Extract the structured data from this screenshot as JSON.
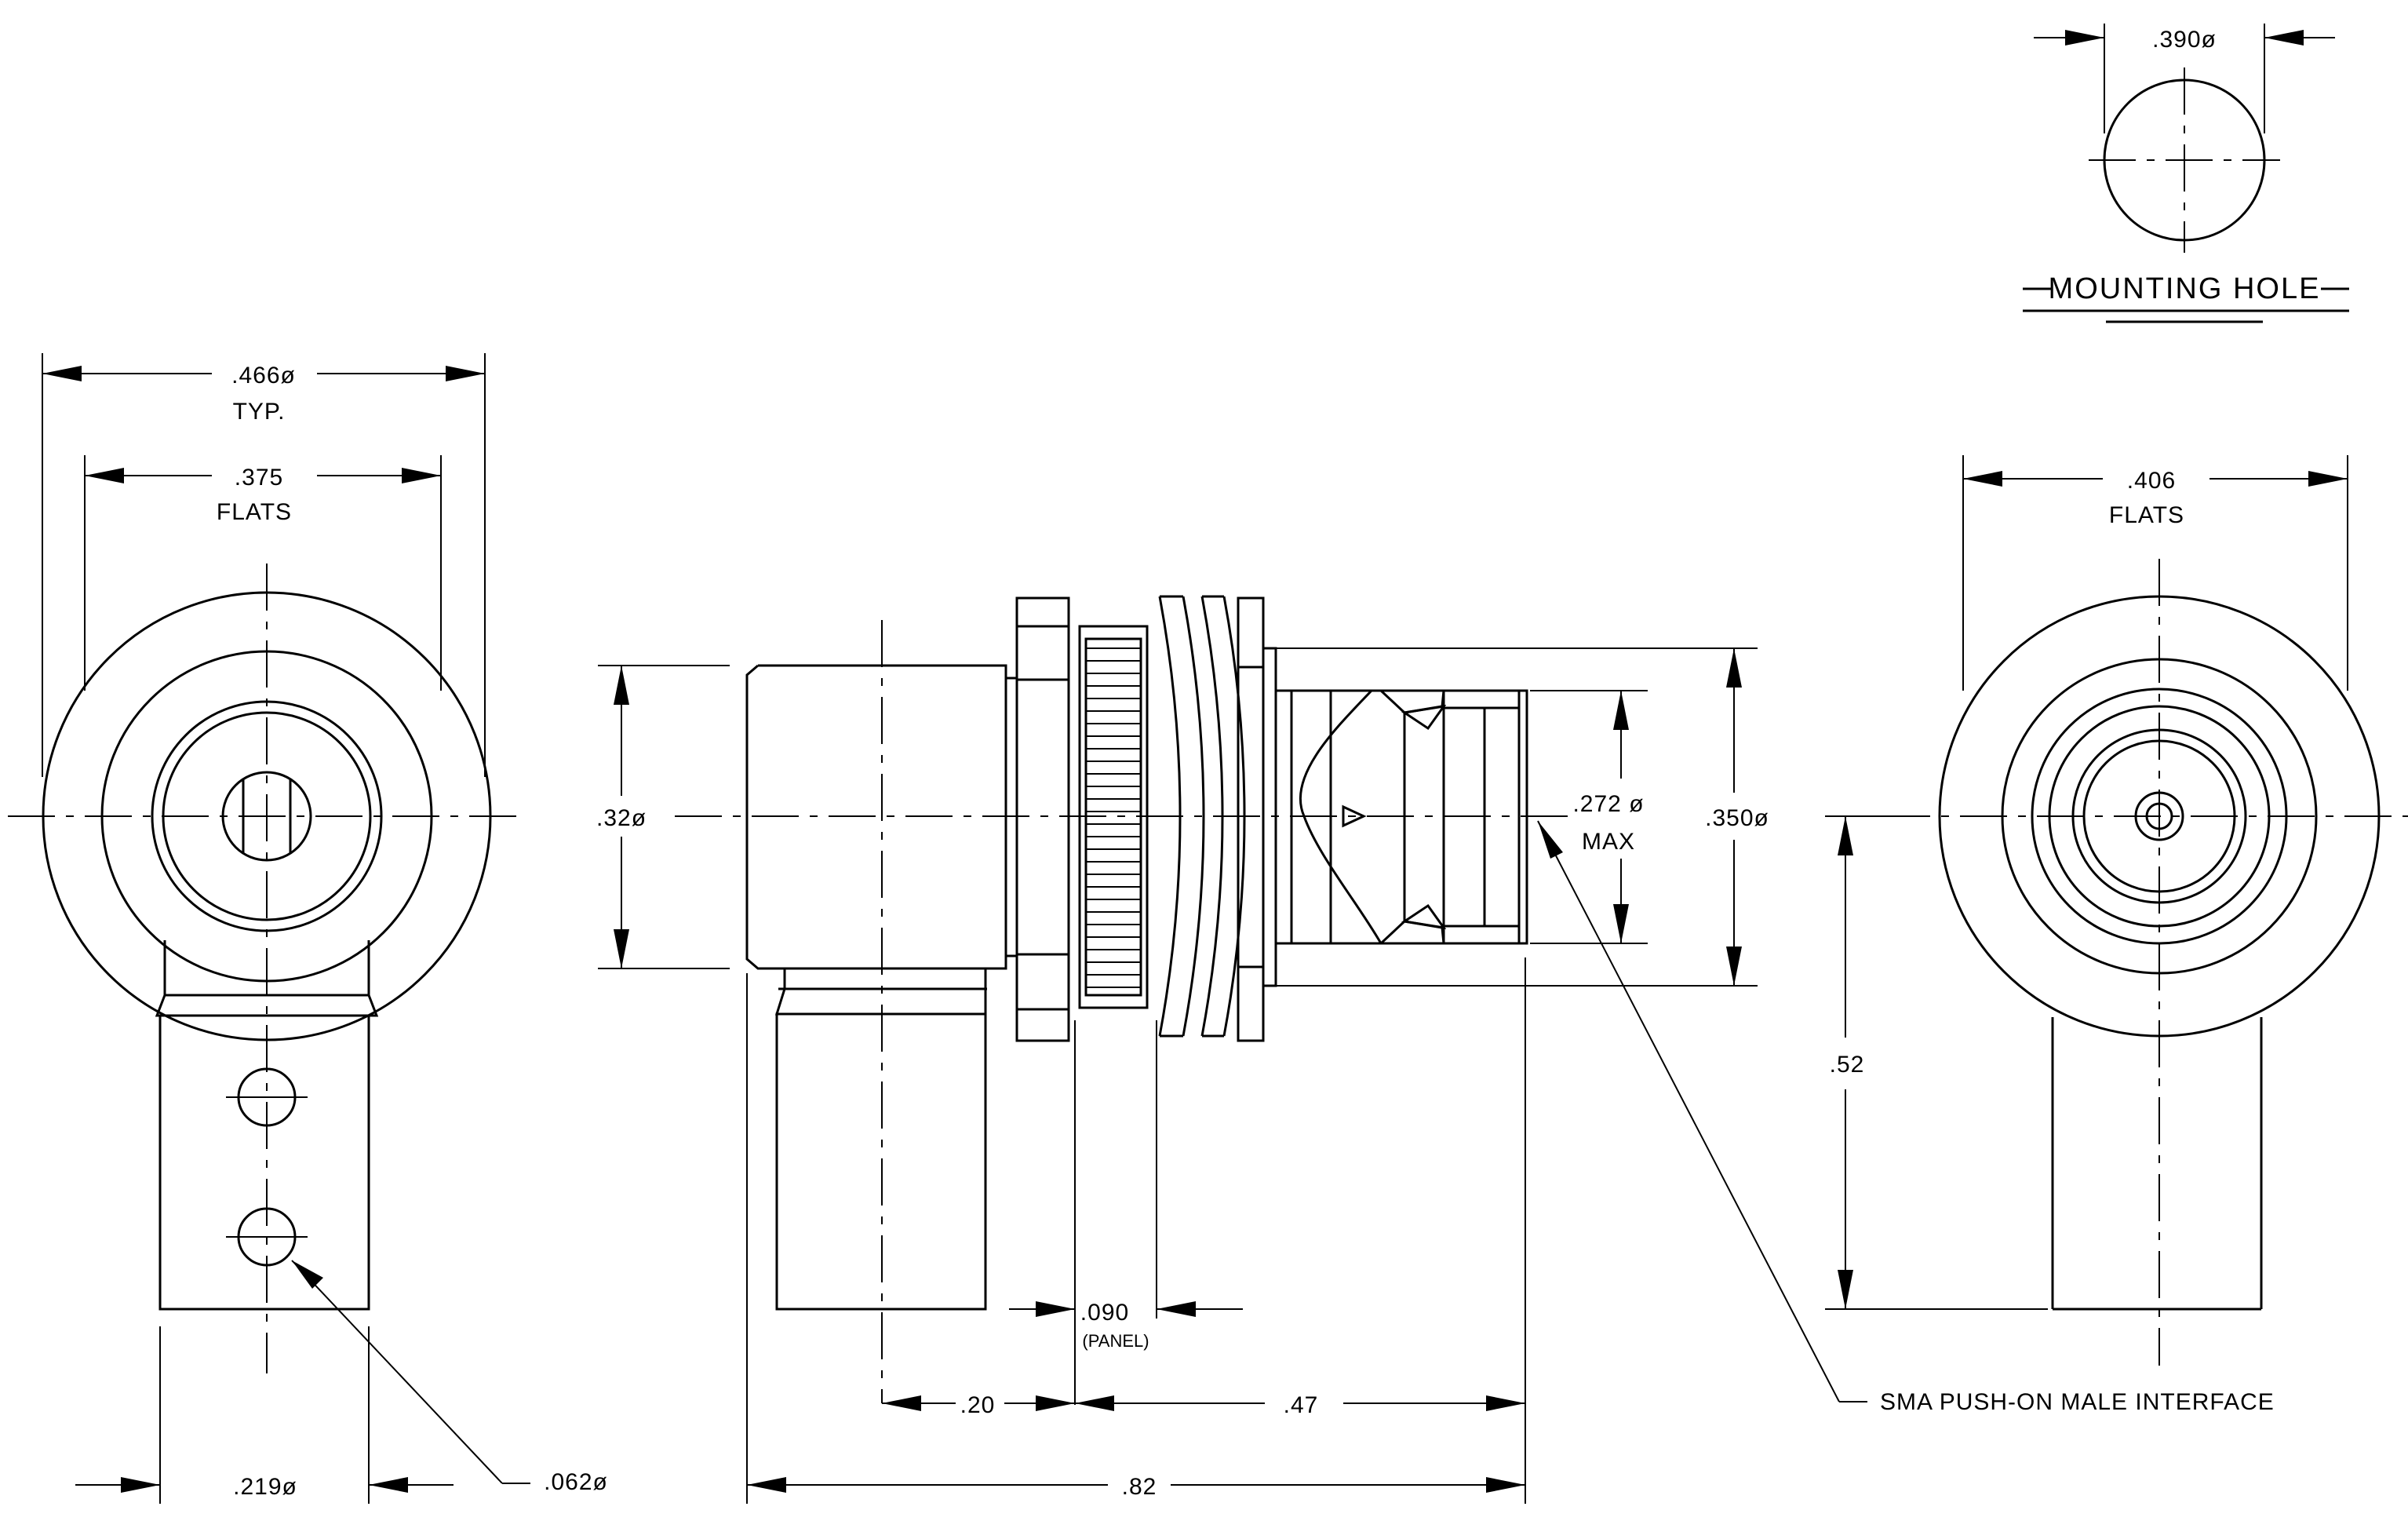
{
  "mounting_hole": {
    "title": "MOUNTING HOLE",
    "diameter": ".390ø"
  },
  "front_view": {
    "overall_diameter": ".466ø",
    "overall_note": "TYP.",
    "flats": ".375",
    "flats_note": "FLATS",
    "tail_width": ".219ø",
    "hole_diameter": ".062ø"
  },
  "side_view": {
    "body_diameter": ".32ø",
    "interface_diameter": ".272 ø",
    "interface_note": "MAX",
    "nut_diameter": ".350ø",
    "panel_thickness": ".090",
    "panel_note": "(PANEL)",
    "len_a": ".20",
    "len_b": ".47",
    "overall_length": ".82"
  },
  "rear_view": {
    "flats": ".406",
    "flats_note": "FLATS",
    "height": ".52"
  },
  "callout": {
    "interface": "SMA PUSH-ON MALE INTERFACE"
  }
}
